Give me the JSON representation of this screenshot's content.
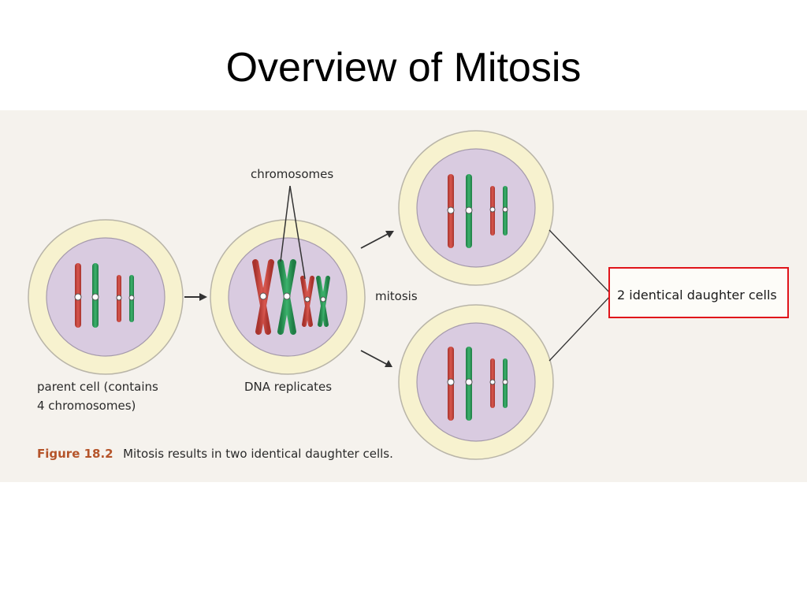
{
  "slide": {
    "title": "Overview of Mitosis"
  },
  "figure": {
    "label_chromosomes": "chromosomes",
    "label_mitosis": "mitosis",
    "label_parent_line1": "parent cell (contains",
    "label_parent_line2": "4 chromosomes)",
    "label_dna": "DNA replicates",
    "label_daughters": "2 identical daughter cells",
    "caption_number": "Figure 18.2",
    "caption_text": "Mitosis results in two identical daughter cells.",
    "colors": {
      "cell_ring": "#f7f2cf",
      "nucleus": "#d9cbe0",
      "chromosome_red": "#c8463f",
      "chromosome_green": "#2e9a5a",
      "highlight_box": "#e0141a"
    }
  }
}
